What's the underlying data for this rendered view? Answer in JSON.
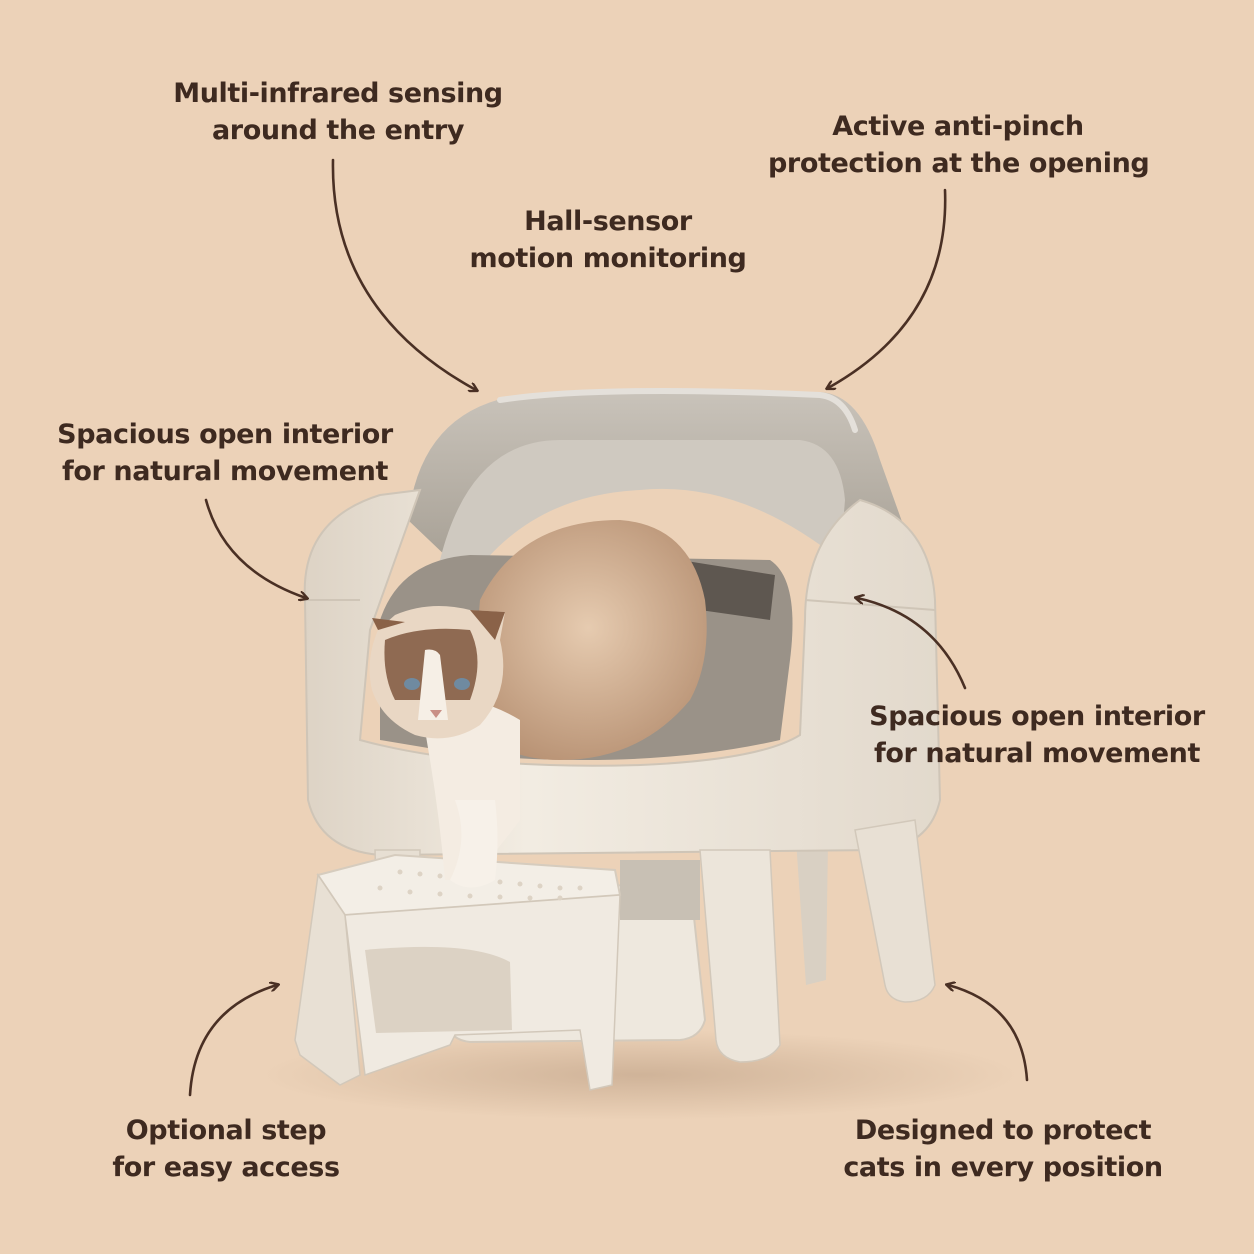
{
  "colors": {
    "background": "#ecd2b8",
    "text": "#3e2a20",
    "arrow": "#4a3024",
    "device_body": "#efe8dc",
    "device_hood": "#b9b2a8",
    "cat_fur": "#d8b89a"
  },
  "callouts": [
    {
      "line1": "Multi-infrared sensing",
      "line2": "around the entry"
    },
    {
      "line1": "Active anti-pinch",
      "line2": "protection at the opening"
    },
    {
      "line1": "Hall-sensor",
      "line2": "motion monitoring"
    },
    {
      "line1": "Spacious open interior",
      "line2": "for natural movement"
    },
    {
      "line1": "Spacious open interior",
      "line2": "for natural movement"
    },
    {
      "line1": "Optional step",
      "line2": "for easy access"
    },
    {
      "line1": "Designed to protect",
      "line2": "cats in every position"
    }
  ],
  "image": {
    "subject": "self-cleaning-cat-litter-box",
    "animal": "ragdoll-cat"
  }
}
